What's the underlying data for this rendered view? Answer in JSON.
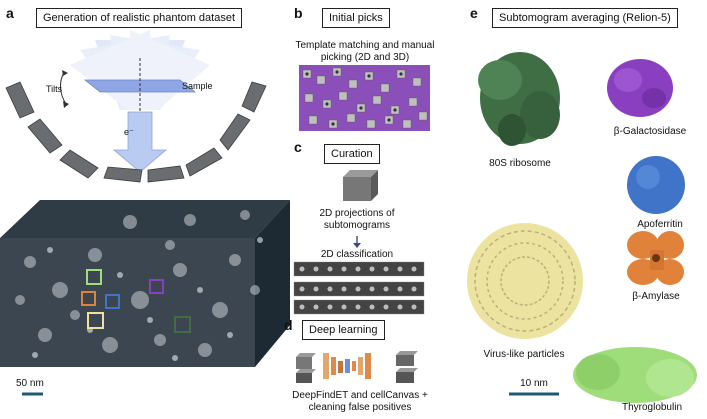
{
  "panel_a": {
    "letter": "a",
    "title": "Generation of realistic phantom dataset",
    "tilts_label": "Tilts",
    "sample_label": "Sample",
    "electron_label": "e⁻",
    "scalebar_label": "50 nm"
  },
  "panel_b": {
    "letter": "b",
    "title": "Initial picks",
    "caption_line1": "Template matching and manual",
    "caption_line2": "picking (2D and 3D)"
  },
  "panel_c": {
    "letter": "c",
    "title": "Curation",
    "caption1_line1": "2D projections of",
    "caption1_line2": "subtomograms",
    "caption2": "2D classification"
  },
  "panel_d": {
    "letter": "d",
    "title": "Deep learning",
    "caption_line1": "DeepFindET and cellCanvas +",
    "caption_line2": "cleaning false positives"
  },
  "panel_e": {
    "letter": "e",
    "title": "Subtomogram averaging (Relion-5)",
    "labels": {
      "ribosome": "80S ribosome",
      "galactosidase": "β-Galactosidase",
      "apoferritin": "Apoferritin",
      "amylase": "β-Amylase",
      "vlp": "Virus-like particles",
      "thyroglobulin": "Thyroglobulin"
    },
    "scalebar_label": "10 nm"
  },
  "colors": {
    "ribosome": "#3f6e44",
    "galactosidase": "#8a3fc0",
    "apoferritin": "#3f74c8",
    "amylase": "#e0823a",
    "vlp": "#ece3a0",
    "thyroglobulin": "#9fdc7a",
    "tomogram": "#4a4f55",
    "scalebar": "#1f5a73"
  }
}
